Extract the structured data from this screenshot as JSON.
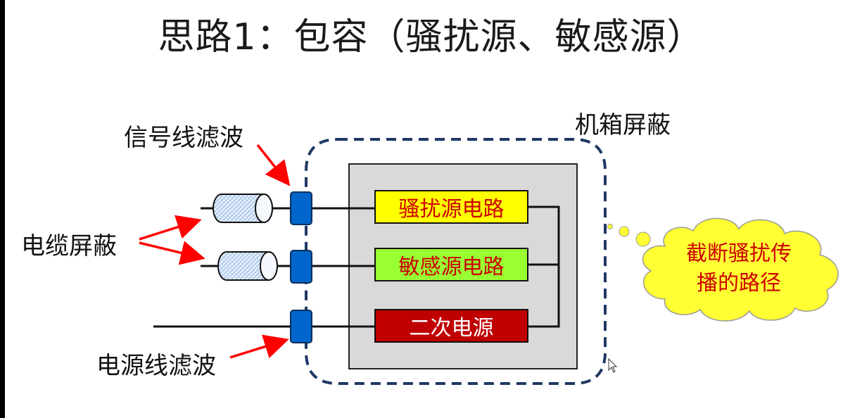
{
  "title": "思路1：包容（骚扰源、敏感源）",
  "labels": {
    "chassis_shield": "机箱屏蔽",
    "signal_filter": "信号线滤波",
    "cable_shield": "电缆屏蔽",
    "power_filter": "电源线滤波"
  },
  "boxes": {
    "noise_source": "骚扰源电路",
    "sensitive": "敏感源电路",
    "secondary_power": "二次电源"
  },
  "cloud": {
    "line1": "截断骚扰传",
    "line2": "播的路径"
  },
  "colors": {
    "noise_box": "#ffff00",
    "noise_text": "#cc0000",
    "sensitive_box": "#99ff33",
    "sensitive_text": "#cc0000",
    "power_box": "#c00000",
    "power_text": "#ffffff",
    "filter_block": "#0066cc",
    "dash_border": "#1f3864",
    "arrow": "#ff0000",
    "cloud_fill": "#ffff33",
    "chassis_fill": "#d9d9d9"
  },
  "icons": [
    "cable-shield-icon",
    "filter-block-icon",
    "arrow-icon",
    "thought-cloud-icon",
    "mouse-cursor-icon"
  ]
}
